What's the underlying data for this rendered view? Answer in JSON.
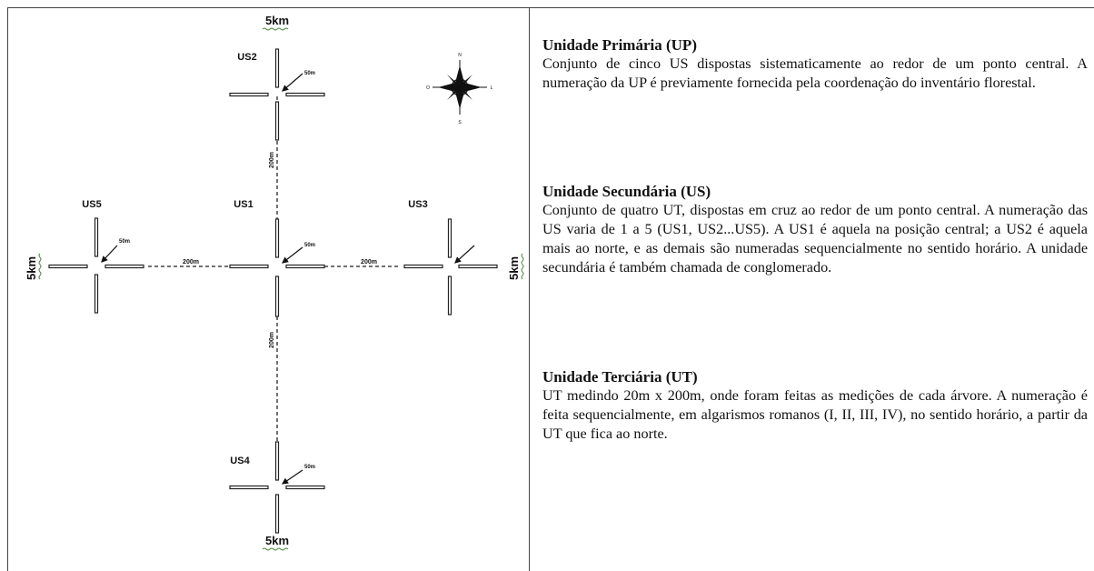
{
  "diagram": {
    "distances": {
      "top": "5km",
      "bottom": "5km",
      "left": "5km",
      "right": "5km"
    },
    "units": [
      {
        "id": "us1",
        "label": "US1"
      },
      {
        "id": "us2",
        "label": "US2"
      },
      {
        "id": "us3",
        "label": "US3"
      },
      {
        "id": "us4",
        "label": "US4"
      },
      {
        "id": "us5",
        "label": "US5"
      }
    ],
    "callout": "50m",
    "spacing": "200m",
    "compass": {
      "n": "N",
      "s": "S",
      "e": "L",
      "w": "O"
    }
  },
  "sections": [
    {
      "title": "Unidade Primária (UP)",
      "body": "Conjunto de cinco US dispostas sistematicamente ao redor de um ponto central.  A numeração da UP é previamente fornecida pela coordenação do inventário florestal."
    },
    {
      "title": "Unidade Secundária (US)",
      "body": "Conjunto de quatro UT, dispostas em cruz ao redor de um ponto central. A numeração das US varia de 1 a 5 (US1, US2...US5). A US1 é aquela na posição central; a US2 é aquela  mais ao norte, e as demais são numeradas sequencialmente  no sentido horário. A unidade secundária é também chamada de conglomerado."
    },
    {
      "title": "Unidade Terciária (UT)",
      "body": "UT medindo 20m x 200m, onde foram feitas as medições de cada árvore. A numeração é feita sequencialmente, em algarismos romanos (I, II, III, IV), no sentido horário, a partir da UT que fica ao norte."
    }
  ]
}
